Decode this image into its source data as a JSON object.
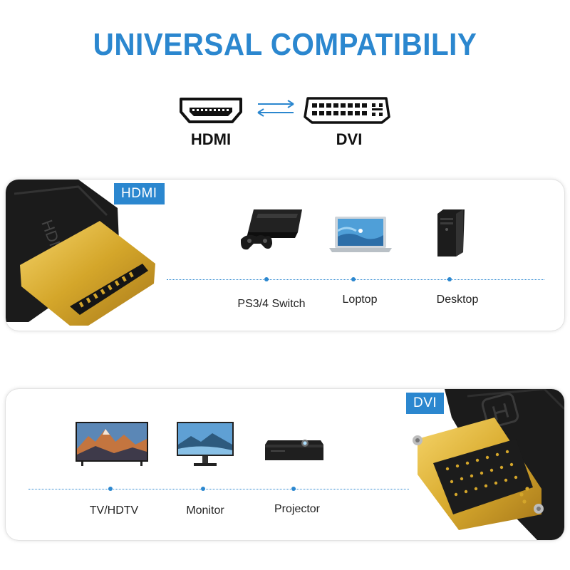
{
  "title": "UNIVERSAL COMPATIBILIY",
  "conversion": {
    "left_label": "HDMI",
    "right_label": "DVI"
  },
  "hdmi_section": {
    "tag": "HDMI",
    "devices": [
      {
        "label": "PS3/4 Switch",
        "icon": "game-console-icon"
      },
      {
        "label": "Loptop",
        "icon": "laptop-icon"
      },
      {
        "label": "Desktop",
        "icon": "desktop-tower-icon"
      }
    ]
  },
  "dvi_section": {
    "tag": "DVI",
    "devices": [
      {
        "label": "TV/HDTV",
        "icon": "tv-icon"
      },
      {
        "label": "Monitor",
        "icon": "monitor-icon"
      },
      {
        "label": "Projector",
        "icon": "projector-icon"
      }
    ]
  },
  "colors": {
    "accent": "#2b87cf",
    "gold": "#d4a62a",
    "connector_black": "#1a1a1a"
  }
}
